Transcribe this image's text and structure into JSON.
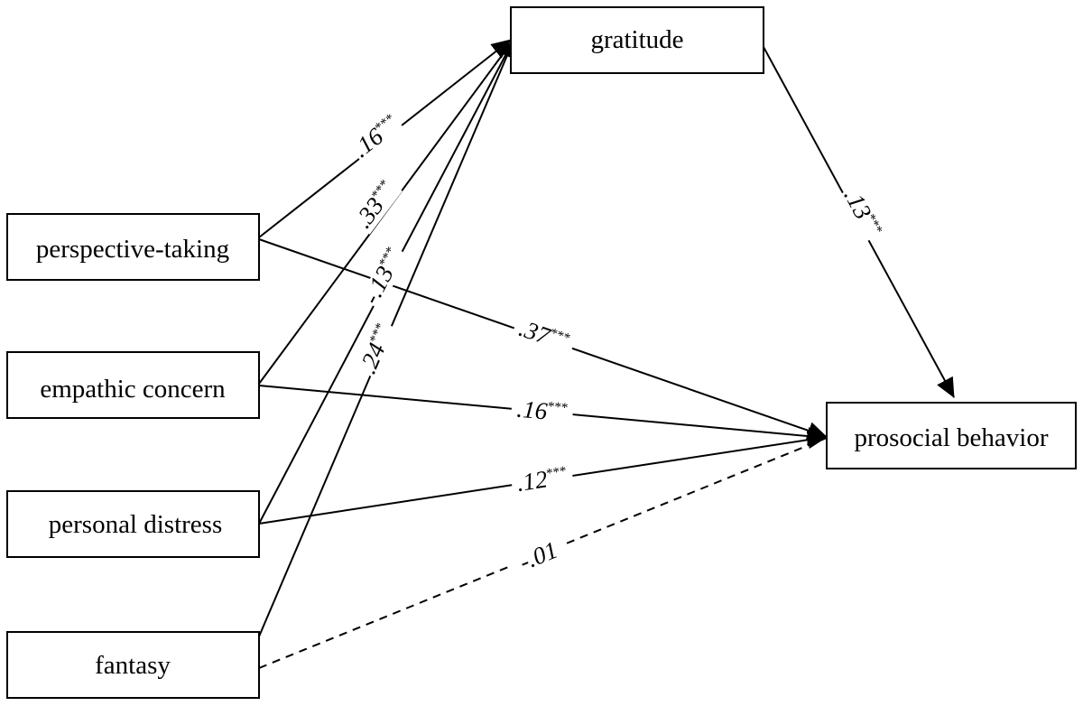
{
  "nodes": {
    "gratitude": "gratitude",
    "perspective_taking": "perspective-taking",
    "empathic_concern": "empathic concern",
    "personal_distress": "personal distress",
    "fantasy": "fantasy",
    "prosocial_behavior": "prosocial behavior"
  },
  "paths": {
    "pt_to_gratitude": {
      "value": ".16",
      "sig": "***"
    },
    "ec_to_gratitude": {
      "value": ".33",
      "sig": "***"
    },
    "pd_to_gratitude": {
      "value": "-.13",
      "sig": "***"
    },
    "fa_to_gratitude": {
      "value": ".24",
      "sig": "***"
    },
    "gratitude_to_pb": {
      "value": ".13",
      "sig": "***"
    },
    "pt_to_pb": {
      "value": ".37",
      "sig": "***"
    },
    "ec_to_pb": {
      "value": ".16",
      "sig": "***"
    },
    "pd_to_pb": {
      "value": ".12",
      "sig": "***"
    },
    "fa_to_pb": {
      "value": "-.01",
      "sig": ""
    }
  },
  "colors": {
    "line": "#000000",
    "background": "#ffffff"
  }
}
